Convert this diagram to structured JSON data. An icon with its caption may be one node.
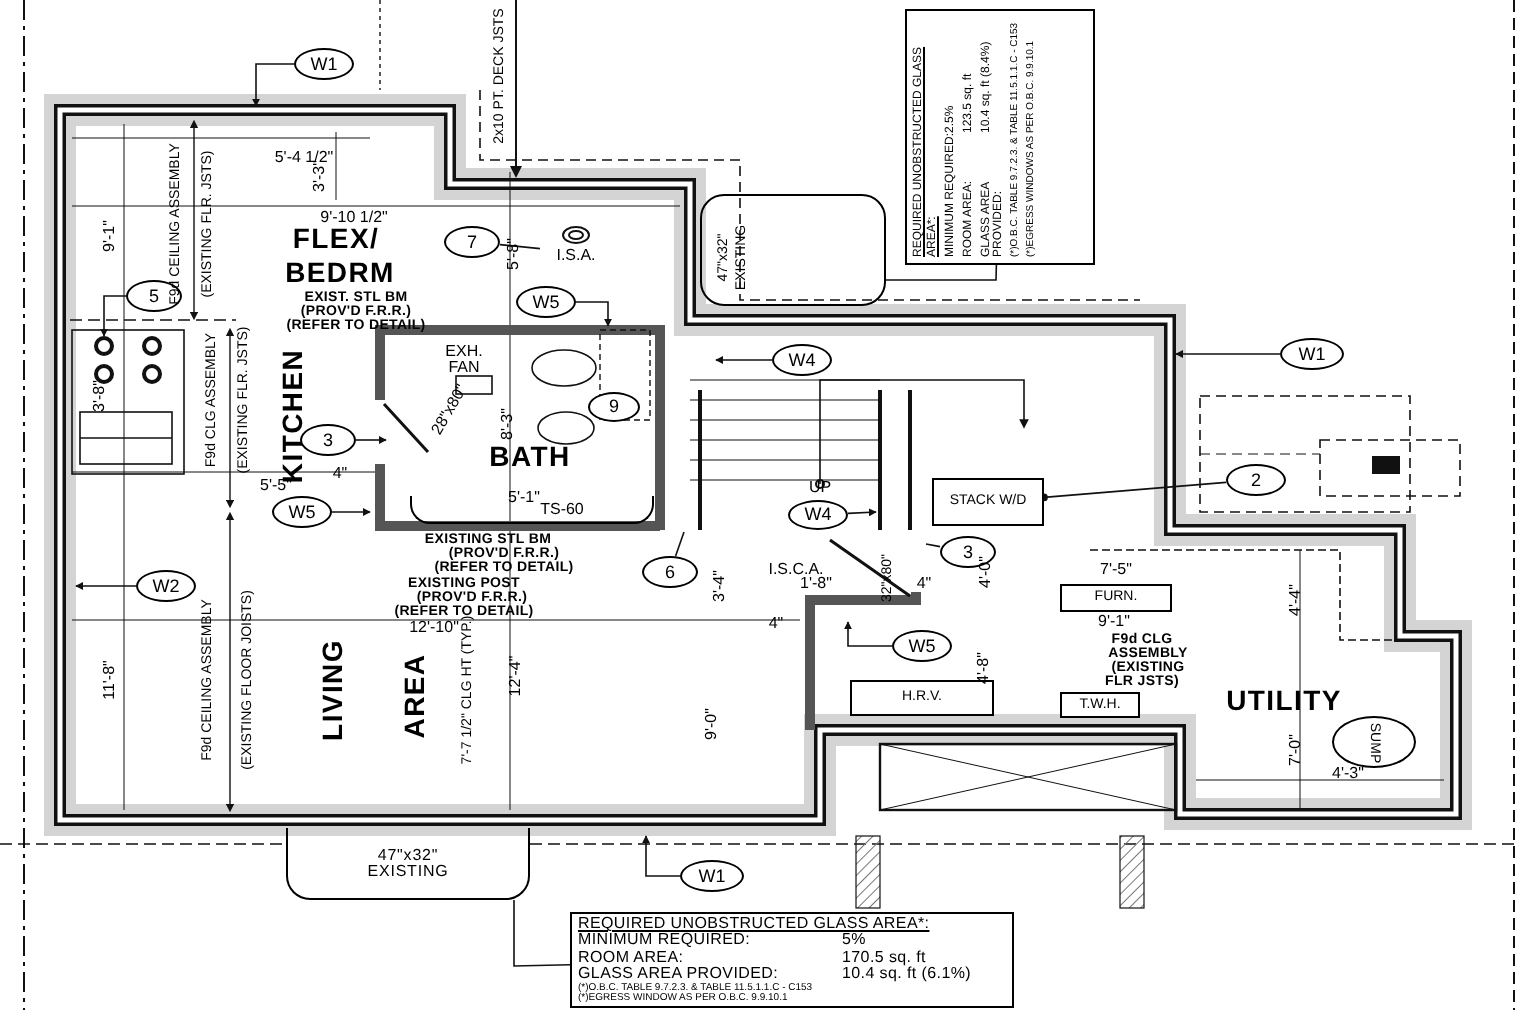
{
  "diagram": {
    "nodes": [
      {
        "text": [
          "W1"
        ]
      },
      {
        "text": [
          "5"
        ]
      },
      {
        "text": [
          "7"
        ]
      },
      {
        "text": [
          "W5"
        ]
      },
      {
        "text": [
          "3"
        ]
      },
      {
        "text": [
          "9"
        ]
      },
      {
        "text": [
          "W4"
        ]
      },
      {
        "text": [
          "W1"
        ]
      },
      {
        "text": [
          "2"
        ]
      },
      {
        "text": [
          "W5"
        ]
      },
      {
        "text": [
          "W2"
        ]
      },
      {
        "text": [
          "W4"
        ]
      },
      {
        "text": [
          "6"
        ]
      },
      {
        "text": [
          "3"
        ]
      },
      {
        "text": [
          "W5"
        ]
      },
      {
        "text": [
          "W1"
        ]
      },
      {
        "text": [
          "I.S.A."
        ]
      },
      {
        "text": [
          "47\"x32\" EXISTING"
        ]
      },
      {
        "text": [
          "REQUIRED UNOBSTRUCTED GLASS AREA*:",
          "MINIMUM REQUIRED:",
          "2.5%",
          "ROOM AREA:",
          "123.5 sq. ft",
          "GLASS AREA PROVIDED:",
          "10.4 sq. ft (8.4%)",
          "(*)O.B.C. TABLE 9.7.2.3. & TABLE 11.5.1.1.C - C153",
          "(*)EGRESS WINDOWS AS PER O.B.C. 9.9.10.1"
        ]
      },
      {
        "text": [
          "REQUIRED UNOBSTRUCTED GLASS AREA*:",
          "MINIMUM REQUIRED:",
          "5%",
          "ROOM AREA:",
          "170.5 sq. ft",
          "GLASS AREA PROVIDED:",
          "10.4 sq. ft (6.1%)",
          "(*)O.B.C. TABLE 9.7.2.3. & TABLE 11.5.1.1.C - C153",
          "(*)EGRESS WINDOW AS PER O.B.C. 9.9.10.1"
        ]
      },
      {
        "text": [
          "47\"x32\" EXISTING"
        ]
      },
      {
        "text": [
          "STACK W/D"
        ]
      },
      {
        "text": [
          "FURN."
        ]
      },
      {
        "text": [
          "H.R.V."
        ]
      },
      {
        "text": [
          "T.W.H."
        ]
      },
      {
        "text": [
          "SUMP"
        ]
      },
      {
        "text": [
          "TS-60"
        ]
      }
    ],
    "edges": [
      {
        "from": 0,
        "to": null,
        "arrow": "to"
      },
      {
        "from": 1,
        "to": null,
        "arrow": "to"
      },
      {
        "from": 2,
        "to": 16,
        "arrow": "none"
      },
      {
        "from": 3,
        "to": null,
        "arrow": "to"
      },
      {
        "from": 4,
        "to": null,
        "arrow": "to"
      },
      {
        "from": 6,
        "to": null,
        "arrow": "to"
      },
      {
        "from": 7,
        "to": null,
        "arrow": "to"
      },
      {
        "from": 8,
        "to": 21,
        "arrow": "other"
      },
      {
        "from": 9,
        "to": null,
        "arrow": "to"
      },
      {
        "from": 10,
        "to": null,
        "arrow": "to"
      },
      {
        "from": 11,
        "to": null,
        "arrow": "to"
      },
      {
        "from": 12,
        "to": null,
        "arrow": "none"
      },
      {
        "from": 13,
        "to": null,
        "arrow": "none"
      },
      {
        "from": 14,
        "to": null,
        "arrow": "to"
      },
      {
        "from": 15,
        "to": null,
        "arrow": "to"
      },
      {
        "from": 18,
        "to": 17,
        "arrow": "none"
      },
      {
        "from": 19,
        "to": 20,
        "arrow": "none"
      }
    ],
    "labels": [
      "2x10 PT. DECK JSTS",
      "5'-4 1/2\"",
      "3'-3\"",
      "9'-10 1/2\"",
      "9'-1\"",
      "F9d CEILING ASSEMBLY",
      "(EXISTING FLR. JSTS)",
      "FLEX/",
      "BEDRM",
      "5'-8\"",
      "EXIST. STL BM",
      "(PROV'D F.R.R.)",
      "(REFER TO DETAIL)",
      "EXH.",
      "FAN",
      "8'-3\"",
      "BATH",
      "3'-8\"",
      "F9d CLG ASSEMBLY",
      "(EXISTING FLR. JSTS)",
      "KITCHEN",
      "28\"x80\"",
      "5'-5\"",
      "4\"",
      "5'-1\"",
      "EXISTING STL BM",
      "(PROV'D F.R.R.)",
      "(REFER TO DETAIL)",
      "EXISTING POST",
      "(PROV'D F.R.R.)",
      "(REFER TO DETAIL)",
      "12'-10\"",
      "11'-8\"",
      "F9d CEILING ASSEMBLY",
      "(EXISTING FLOOR JOISTS)",
      "LIVING",
      "AREA",
      "7'-7 1/2\" CLG HT (TYP.)",
      "12'-4\"",
      "9'-0\"",
      "UP",
      "I.S.C.A.",
      "3'-4\"",
      "1'-8\"",
      "4\"",
      "32\"x80\"",
      "4'-0\"",
      "4\"",
      "4'-8\"",
      "7'-5\"",
      "9'-1\"",
      "F9d CLG",
      "ASSEMBLY",
      "(EXISTING",
      "FLR JSTS)",
      "UTILITY",
      "4'-4\"",
      "7'-0\"",
      "4'-3\""
    ]
  }
}
